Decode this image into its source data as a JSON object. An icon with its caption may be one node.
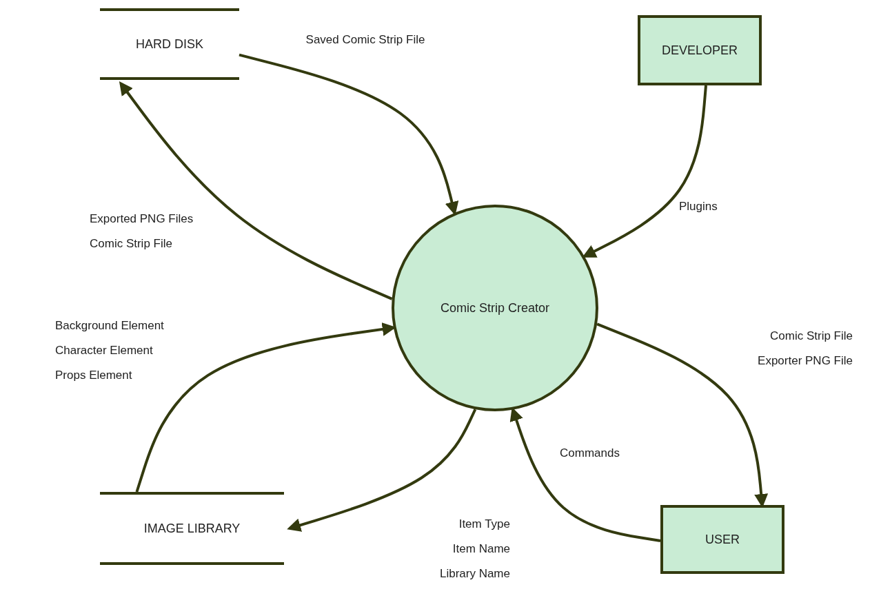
{
  "diagram": {
    "nodes": [
      {
        "text": [
          "HARD DISK"
        ]
      },
      {
        "text": [
          "DEVELOPER"
        ]
      },
      {
        "text": [
          "Comic Strip Creator"
        ]
      },
      {
        "text": [
          "IMAGE LIBRARY"
        ]
      },
      {
        "text": [
          "USER"
        ]
      }
    ],
    "edges": [
      {
        "from": 0,
        "to": 2,
        "arrow": "to",
        "label": "Saved Comic Strip File"
      },
      {
        "from": 2,
        "to": 0,
        "arrow": "to",
        "label": "Exported PNG Files Comic Strip File"
      },
      {
        "from": 1,
        "to": 2,
        "arrow": "to",
        "label": "Plugins"
      },
      {
        "from": 3,
        "to": 2,
        "arrow": "to",
        "label": "Background Element Character Element Props Element"
      },
      {
        "from": 2,
        "to": 3,
        "arrow": "to",
        "label": "Item Type Item Name Library Name"
      },
      {
        "from": 2,
        "to": 4,
        "arrow": "to",
        "label": "Comic Strip File Exporter PNG File"
      },
      {
        "from": 4,
        "to": 2,
        "arrow": "to",
        "label": "Commands"
      }
    ]
  }
}
